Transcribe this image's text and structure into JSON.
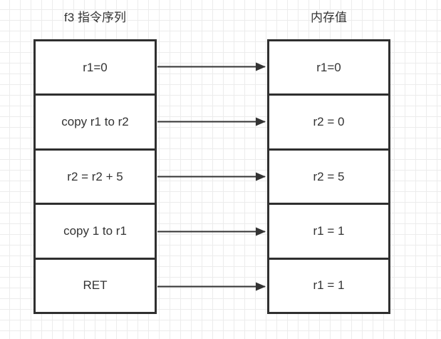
{
  "titles": {
    "left": "f3 指令序列",
    "right": "内存值"
  },
  "rows": [
    {
      "instruction": "r1=0",
      "memory": "r1=0"
    },
    {
      "instruction": "copy r1 to r2",
      "memory": "r2 = 0"
    },
    {
      "instruction": "r2 = r2 + 5",
      "memory": "r2 = 5"
    },
    {
      "instruction": "copy 1 to r1",
      "memory": "r1 = 1"
    },
    {
      "instruction": "RET",
      "memory": "r1 = 1"
    }
  ],
  "arrows": {
    "count": 5,
    "direction": "left-to-right"
  },
  "colors": {
    "background": "#ffffff",
    "grid_line": "#ececec",
    "box_border": "#2f2f2f",
    "text": "#333333",
    "arrow": "#333333"
  }
}
